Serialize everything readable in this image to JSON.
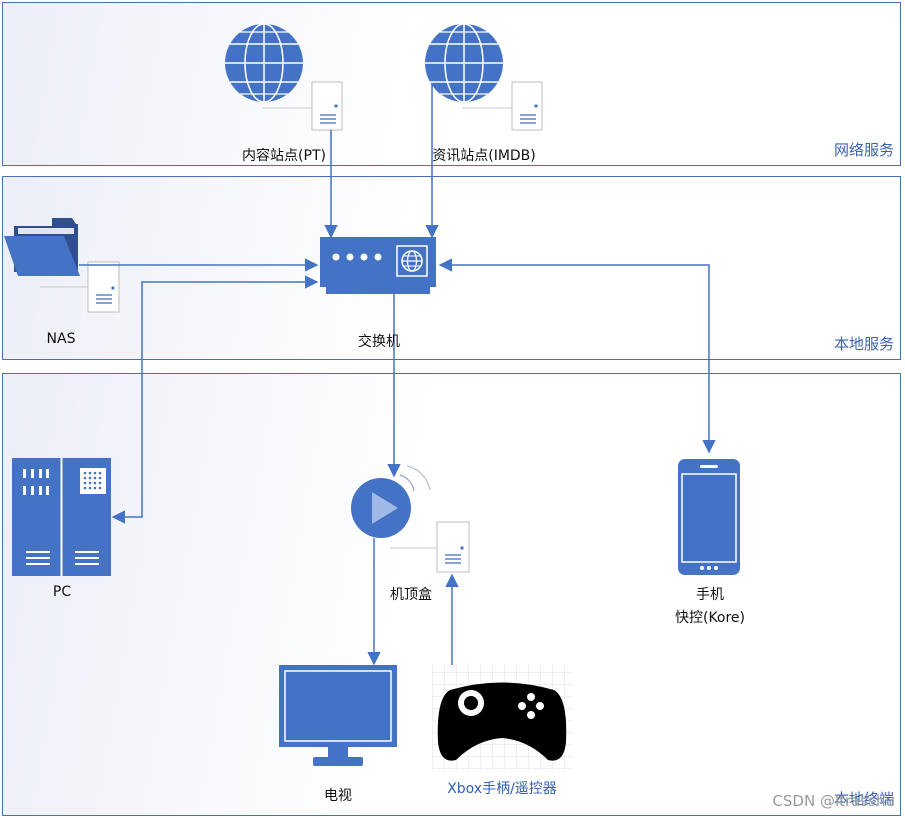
{
  "zones": {
    "network": "网络服务",
    "local": "本地服务",
    "terminal": "本地终端"
  },
  "nodes": {
    "content_site": "内容站点(PT)",
    "info_site": "资讯站点(IMDB)",
    "nas": "NAS",
    "switch": "交换机",
    "pc": "PC",
    "settop_box": "机顶盒",
    "phone_line1": "手机",
    "phone_line2": "快控(Kore)",
    "tv": "电视",
    "gamepad": "Xbox手柄/遥控器"
  },
  "watermark": "CSDN @ltrasshu",
  "colors": {
    "accent": "#4472c4",
    "border": "#4a6fb5",
    "label_blue": "#3a63b0"
  }
}
